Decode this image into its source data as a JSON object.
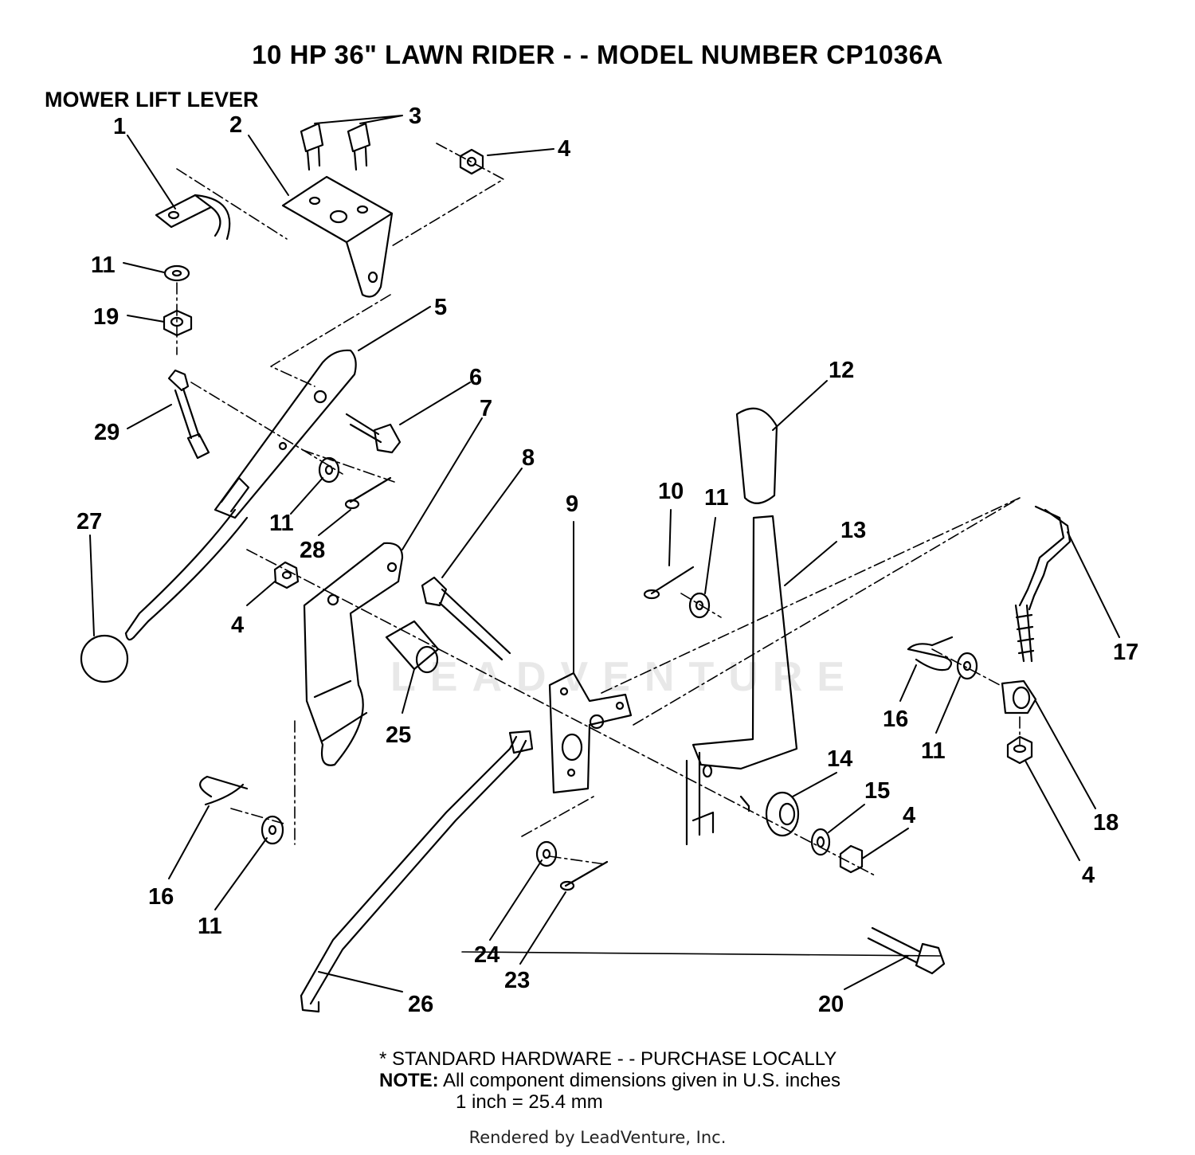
{
  "title": "10 HP 36\" LAWN RIDER - - MODEL NUMBER CP1036A",
  "subtitle": "MOWER LIFT LEVER",
  "callouts": [
    "1",
    "2",
    "3",
    "4",
    "11",
    "19",
    "5",
    "6",
    "29",
    "7",
    "12",
    "8",
    "27",
    "10",
    "11",
    "9",
    "13",
    "11",
    "28",
    "4",
    "17",
    "25",
    "16",
    "11",
    "14",
    "15",
    "4",
    "18",
    "16",
    "11",
    "4",
    "24",
    "23",
    "20",
    "26"
  ],
  "notes": {
    "standard_hardware": "* STANDARD HARDWARE - - PURCHASE LOCALLY",
    "note_label": "NOTE:",
    "note_text": "All component dimensions given in U.S. inches",
    "conversion": "1 inch = 25.4 mm"
  },
  "credit": "Rendered by LeadVenture, Inc.",
  "watermark": "LEADVENTURE"
}
